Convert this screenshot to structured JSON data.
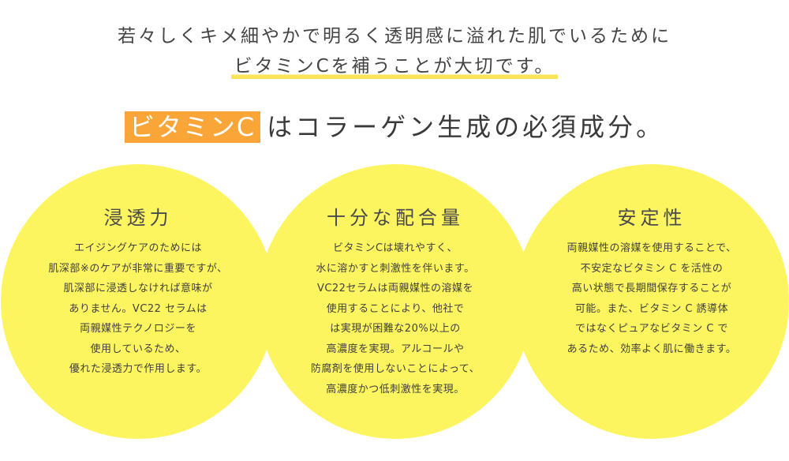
{
  "intro": {
    "line1": "若々しくキメ細やかで明るく透明感に溢れた肌でいるために",
    "line2": "ビタミンCを補うことが大切です。"
  },
  "headline": {
    "highlight": "ビタミンC",
    "rest": "はコラーゲン生成の必須成分。"
  },
  "colors": {
    "circle": "#fdf560",
    "highlight_bg": "#f9a537",
    "underline": "#fbe35a"
  },
  "features": [
    {
      "title": "浸透力",
      "lines": [
        "エイジングケアのためには",
        "肌深部※のケアが非常に重要ですが、",
        "肌深部に浸透しなければ意味が",
        "ありません。VC22 セラムは",
        "両親媒性テクノロジーを",
        "使用しているため、",
        "優れた浸透力で作用します。"
      ]
    },
    {
      "title": "十分な配合量",
      "lines": [
        "ビタミンCは壊れやすく、",
        "水に溶かすと刺激性を伴います。",
        "VC22セラムは両親媒性の溶媒を",
        "使用することにより、他社で",
        "は実現が困難な20%以上の",
        "高濃度を実現。アルコールや",
        "防腐剤を使用しないことによって、",
        "高濃度かつ低刺激性を実現。"
      ]
    },
    {
      "title": "安定性",
      "lines": [
        "両親媒性の溶媒を使用することで、",
        "不安定なビタミン C を活性の",
        "高い状態で長期間保存することが",
        "可能。また、ビタミン C 誘導体",
        "ではなくピュアなビタミン C で",
        "あるため、効率よく肌に働きます。"
      ]
    }
  ]
}
